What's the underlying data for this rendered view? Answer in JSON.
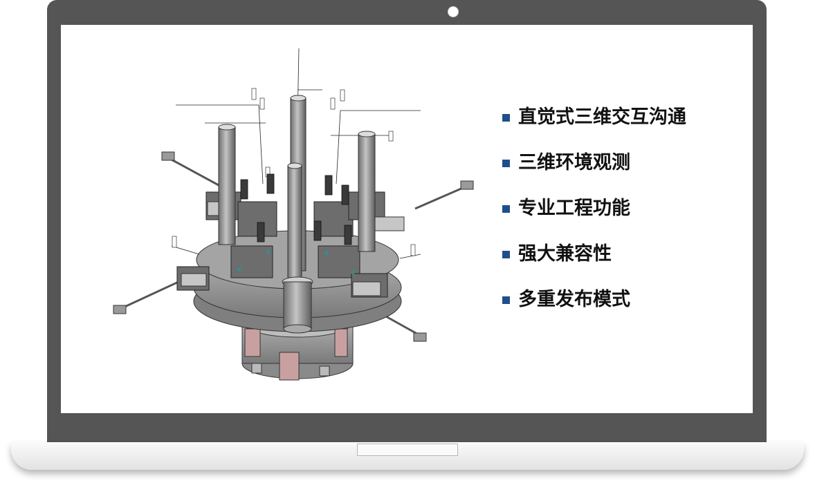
{
  "features": [
    {
      "label": "直觉式三维交互沟通"
    },
    {
      "label": "三维环境观测"
    },
    {
      "label": "专业工程功能"
    },
    {
      "label": "强大兼容性"
    },
    {
      "label": "多重发布模式"
    }
  ],
  "colors": {
    "bezel": "#555555",
    "bullet": "#1f4e8c",
    "metal": "#8c8c8c",
    "accent_pink": "#c9a0a0"
  },
  "icons": [
    "camera-icon",
    "bullet-square-icon"
  ]
}
